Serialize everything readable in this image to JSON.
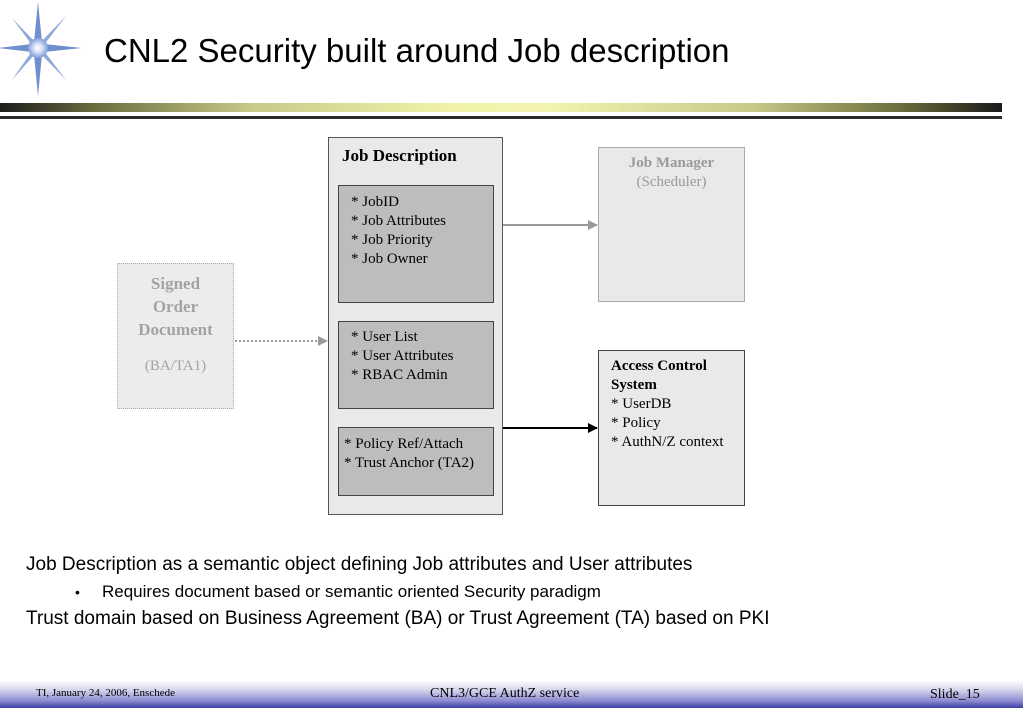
{
  "slide": {
    "title": "CNL2 Security built around Job description"
  },
  "diagram": {
    "job_description": {
      "title": "Job Description",
      "box1": [
        "* JobID",
        "* Job Attributes",
        "* Job Priority",
        "* Job Owner"
      ],
      "box2": [
        "* User List",
        "* User Attributes",
        "* RBAC Admin"
      ],
      "box3": [
        "* Policy Ref/Attach",
        "* Trust Anchor (TA2)"
      ]
    },
    "job_manager": {
      "title": "Job Manager",
      "subtitle": "(Scheduler)"
    },
    "access_control": {
      "title": "Access Control System",
      "lines": [
        "* UserDB",
        "* Policy",
        "* AuthN/Z context"
      ]
    },
    "signed_order": {
      "title_lines": [
        "Signed",
        "Order",
        "Document"
      ],
      "subtitle": "(BA/TA1)"
    }
  },
  "body": {
    "line1": "Job Description as a semantic object defining Job attributes and User attributes",
    "bullet": "Requires document based or semantic oriented Security paradigm",
    "bullet_glyph": "•",
    "line2": "Trust domain based on Business Agreement (BA) or Trust Agreement (TA) based on PKI"
  },
  "footer": {
    "left": "TI, January 24, 2006, Enschede",
    "center": "CNL3/GCE AuthZ service",
    "right": "Slide_15"
  },
  "colors": {
    "footer_blue": "#3b3ba5",
    "muted_gray": "#9a9a9a"
  }
}
